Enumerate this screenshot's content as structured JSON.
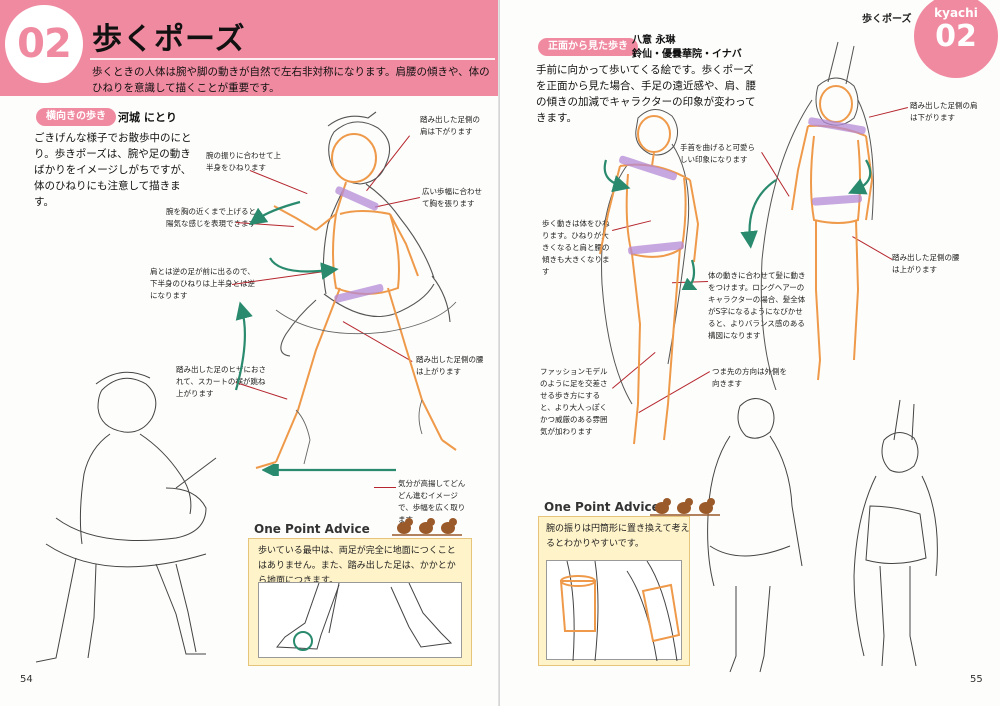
{
  "left": {
    "number": "02",
    "title": "歩くポーズ",
    "intro": "歩くときの人体は腕や脚の動きが自然で左右非対称になります。肩腰の傾きや、体のひねりを意識して描くことが重要です。",
    "section_label": "横向きの歩き",
    "character": "河城 にとり",
    "body": "ごきげんな様子でお散歩中のにとり。歩きポーズは、腕や足の動きばかりをイメージしがちですが、体のひねりにも注意して描きます。",
    "notes": {
      "arm_swing": "腕の振りに合わせて上半身をひねります",
      "arm_close": "腕を胸の近くまで上げると、陽気な感じを表現できます",
      "twist": "肩とは逆の足が前に出るので、下半身のひねりは上半身とは逆になります",
      "knee": "踏み出した足のヒザにおされて、スカートの裾が跳ね上がります",
      "step_shoulder": "踏み出した足側の肩は下がります",
      "stride": "広い歩幅に合わせて胸を張ります",
      "hip_up": "踏み出した足側の腰は上がります",
      "mood": "気分が高揚してどんどん進むイメージで、歩幅を広く取ります"
    },
    "advice": {
      "title": "One Point Advice",
      "text": "歩いている最中は、両足が完全に地面につくことはありません。また、踏み出した足は、かかとから地面につきます。"
    },
    "page_no": "54"
  },
  "right": {
    "header": "歩くポーズ",
    "badge_kana": "kyachi",
    "badge_num": "02",
    "section_label": "正面から見た歩き",
    "characters": "八意 永琳\n鈴仙・優曇華院・イナバ",
    "body": "手前に向かって歩いてくる絵です。歩くポーズを正面から見た場合、手足の遠近感や、肩、腰の傾きの加減でキャラクターの印象が変わってきます。",
    "notes": {
      "body_move": "歩く動きは体をひねります。ひねりが大きくなると肩と腰の傾きも大きくなります",
      "fashion": "ファッションモデルのように足を交差させる歩き方にすると、より大人っぽくかつ威厳のある雰囲気が加わります",
      "neck": "手首を曲げると可愛らしい印象になります",
      "shoulder_down": "踏み出した足側の肩は下がります",
      "hip_up": "踏み出した足側の腰は上がります",
      "hair": "体の動きに合わせて髪に動きをつけます。ロングヘアーのキャラクターの場合、髪全体がS字になるようになびかせると、よりバランス感のある構図になります",
      "toes": "つま先の方向は外側を向きます"
    },
    "advice": {
      "title": "One Point Advice",
      "text": "腕の振りは円筒形に置き換えて考えるとわかりやすいです。"
    },
    "page_no": "55"
  },
  "colors": {
    "accent_pink": "#f08aa0",
    "guide_orange": "#ef9a4a",
    "guide_purple": "#b48ad6",
    "arrow_teal": "#2a8a6e",
    "leader_red": "#b5262e",
    "advice_bg": "#fff3c9"
  }
}
